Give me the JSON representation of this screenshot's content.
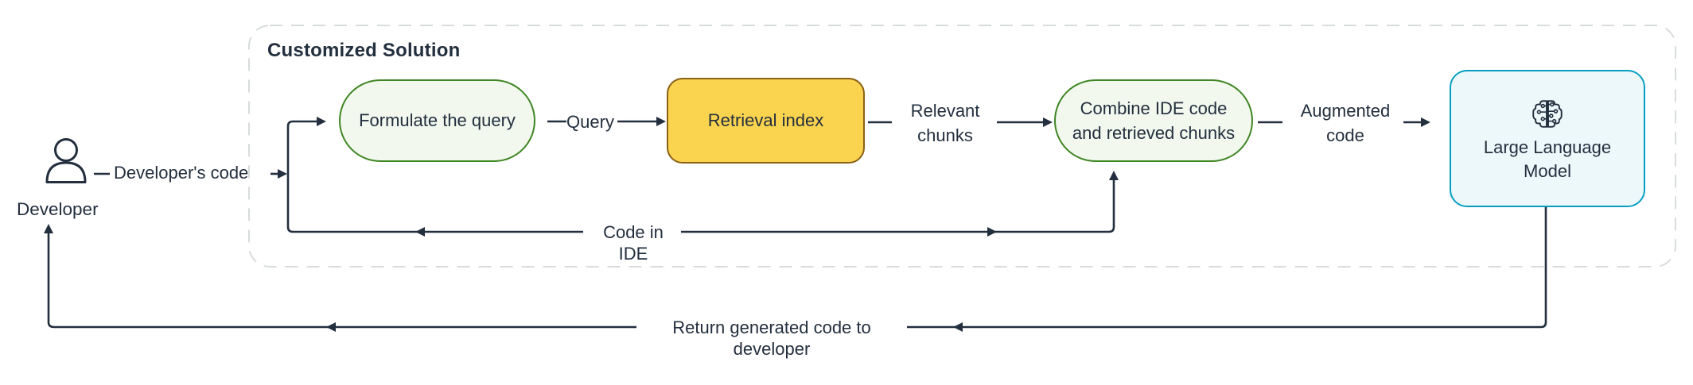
{
  "colors": {
    "ink": "#232F3E",
    "green_border": "#3F8624",
    "green_fill": "#F2F8EE",
    "yellow_border": "#8A6116",
    "yellow_fill": "#FAD34F",
    "cyan_border": "#069FC1",
    "cyan_fill": "#EDF8FB",
    "container_border": "#D8DCDC"
  },
  "container": {
    "title": "Customized Solution"
  },
  "actor": {
    "label": "Developer",
    "icon": "person-icon"
  },
  "nodes": {
    "formulate": {
      "label": "Formulate the query"
    },
    "retrieval": {
      "label": "Retrieval index"
    },
    "combine": {
      "label": "Combine IDE code and retrieved chunks"
    },
    "llm": {
      "label": "Large Language Model",
      "icon": "brain-circuit-icon"
    }
  },
  "edges": {
    "developers_code": "Developer's code",
    "query": "Query",
    "relevant_chunks": "Relevant chunks",
    "augmented_code": "Augmented code",
    "code_in_ide": "Code in IDE",
    "return_code": "Return generated code to developer"
  }
}
